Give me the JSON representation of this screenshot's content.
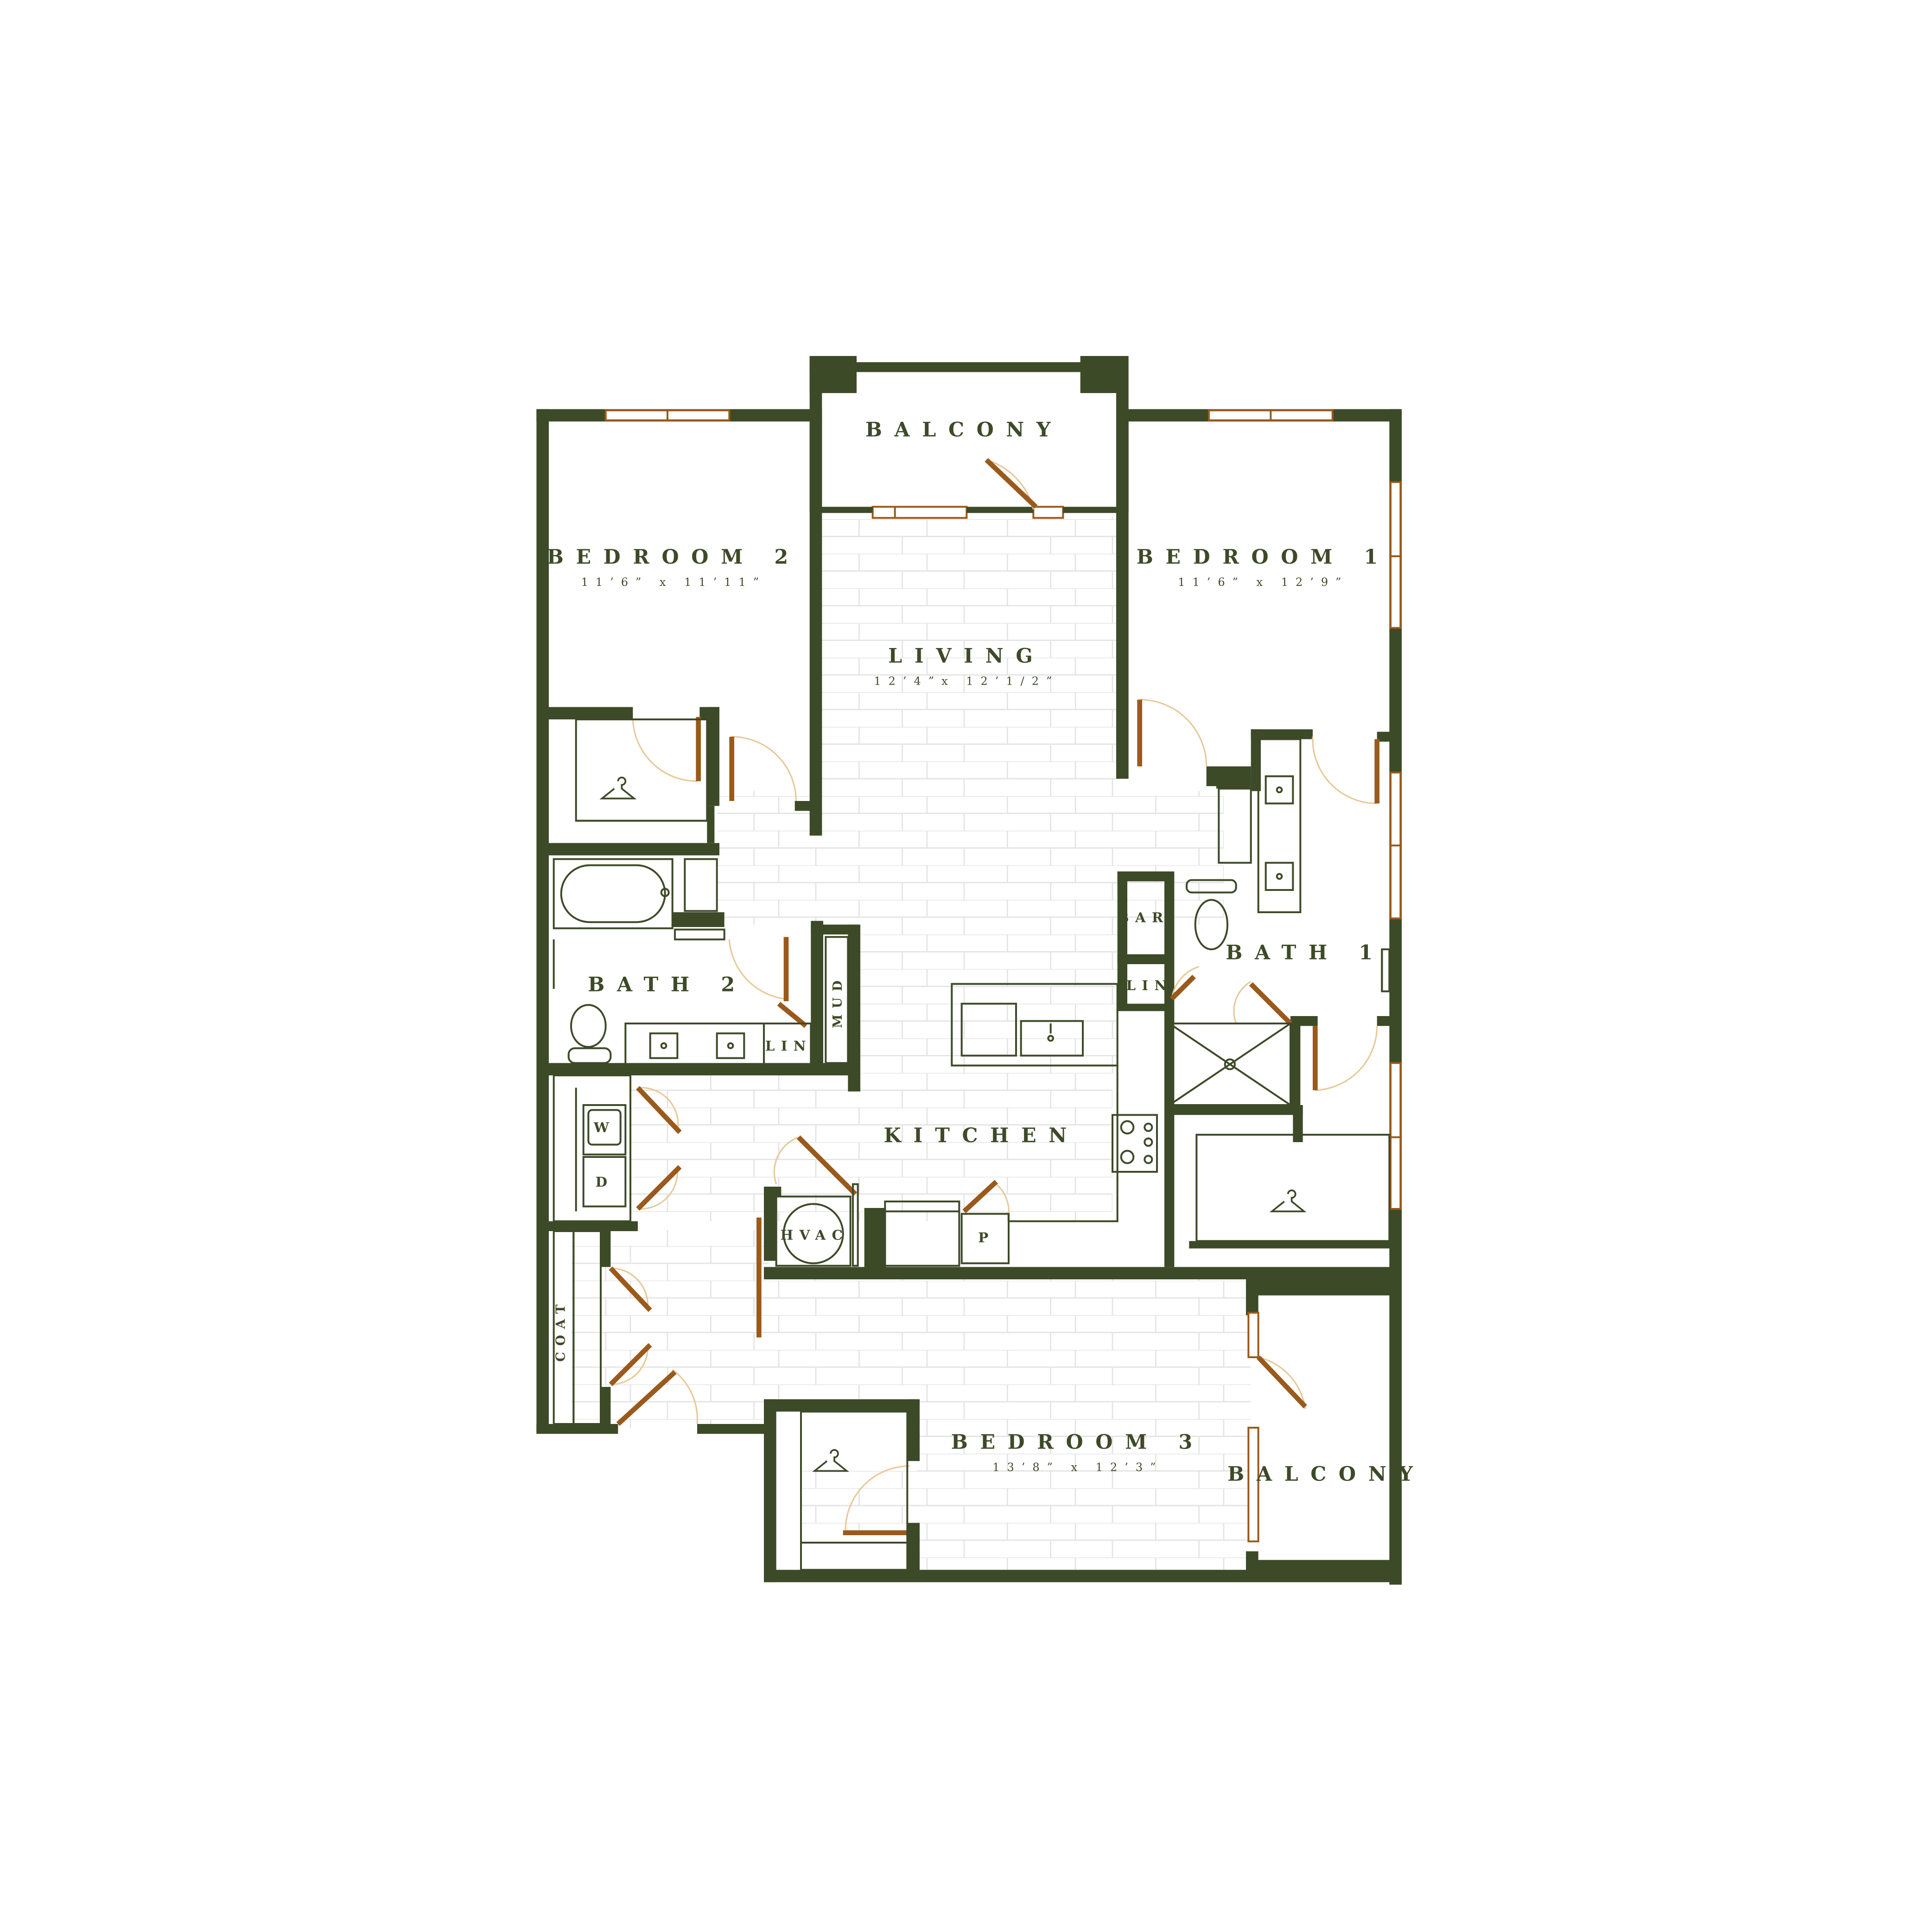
{
  "colors": {
    "wall": "#3d4a28",
    "door": "#9a5a1c",
    "window": "#9a5a1c",
    "swing": "#e8c99a",
    "floor_line": "#e3e3e3",
    "fixture": "#3d4a28",
    "text": "#3d4a28",
    "background": "#ffffff"
  },
  "rooms": {
    "balcony_top": {
      "name": "BALCONY"
    },
    "bedroom_2": {
      "name": "BEDROOM 2",
      "dims": "11’6” x 11’11”"
    },
    "bedroom_1": {
      "name": "BEDROOM 1",
      "dims": "11’6” x 12’9”"
    },
    "living": {
      "name": "LIVING",
      "dims": "12’4”x 12’1/2”"
    },
    "bath_2": {
      "name": "BATH 2"
    },
    "bath_1": {
      "name": "BATH 1"
    },
    "kitchen": {
      "name": "KITCHEN"
    },
    "bedroom_3": {
      "name": "BEDROOM 3",
      "dims": "13’8” x 12’3”"
    },
    "balcony_right": {
      "name": "BALCONY"
    }
  },
  "labels": {
    "bar": "BAR",
    "lin_bath1": "LIN",
    "lin_bath2": "LIN",
    "mud": "MUD",
    "washer": "W",
    "dryer": "D",
    "hvac": "HVAC",
    "pantry": "P",
    "coat": "COAT"
  },
  "icons": {
    "closet": "hanger-icon",
    "toilet": "toilet-icon",
    "sink": "sink-icon",
    "bathtub": "bathtub-icon",
    "shower": "shower-icon",
    "range": "range-icon",
    "fridge": "fridge-icon"
  }
}
